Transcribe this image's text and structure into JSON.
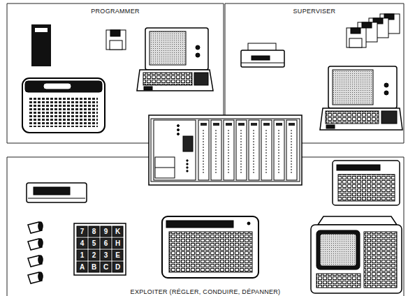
{
  "diagram": {
    "nodes": [
      {
        "text": [
          "PROGRAMMER"
        ]
      },
      {
        "text": [
          "SUPERVISER"
        ]
      },
      {
        "text": [
          "EXPLOITER (RÉGLER, CONDUIRE, DÉPANNER)"
        ]
      }
    ],
    "labels": [
      "7",
      "8",
      "9",
      "K",
      "4",
      "5",
      "6",
      "H",
      "1",
      "2",
      "3",
      "E",
      "A",
      "B",
      "C",
      "D"
    ]
  }
}
